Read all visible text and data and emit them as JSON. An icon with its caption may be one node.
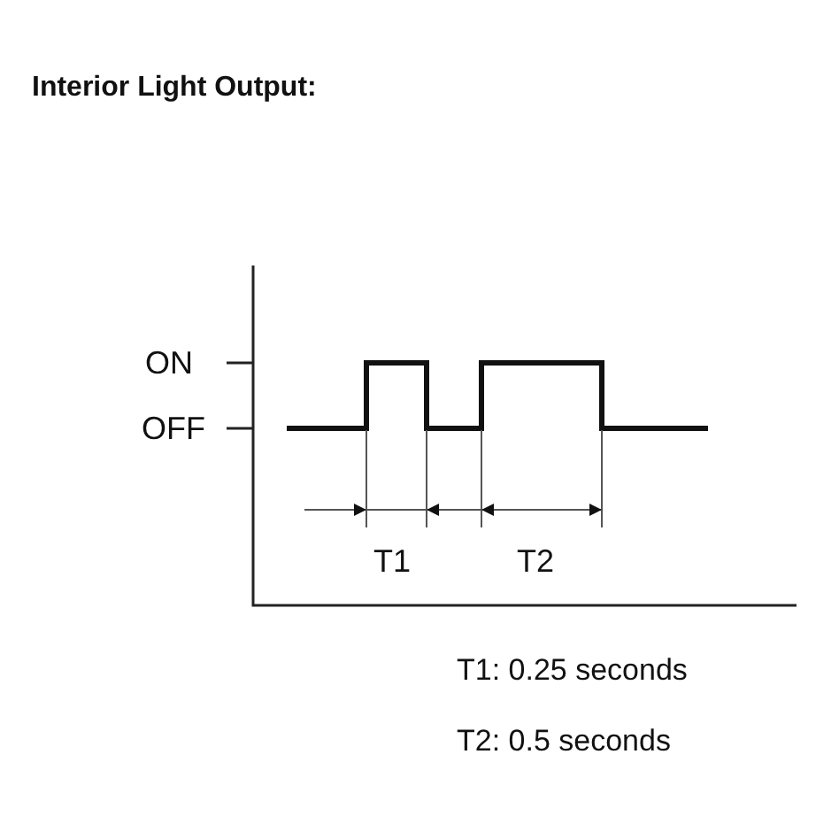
{
  "diagram": {
    "title": "Interior Light Output:",
    "labels": [
      "ON",
      "OFF",
      "T1",
      "T2",
      "T1: 0.25 seconds",
      "T2: 0.5 seconds"
    ]
  }
}
